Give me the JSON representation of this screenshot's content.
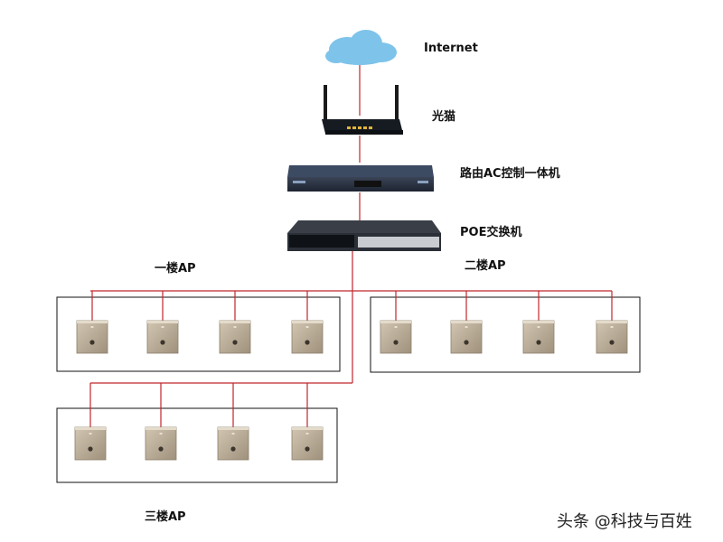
{
  "labels": {
    "internet": "Internet",
    "modem": "光猫",
    "router": "路由AC控制一体机",
    "poe_switch": "POE交换机",
    "floor1": "一楼AP",
    "floor2": "二楼AP",
    "floor3": "三楼AP"
  },
  "watermark": "头条 @科技与百姓",
  "colors": {
    "link": "#c0262c",
    "box_border": "#111111",
    "ap_panel": "#b8ab97",
    "device_dark": "#2a3342",
    "cloud": "#7ec3ea"
  },
  "ap_counts": {
    "floor1": 4,
    "floor2": 4,
    "floor3": 4
  }
}
